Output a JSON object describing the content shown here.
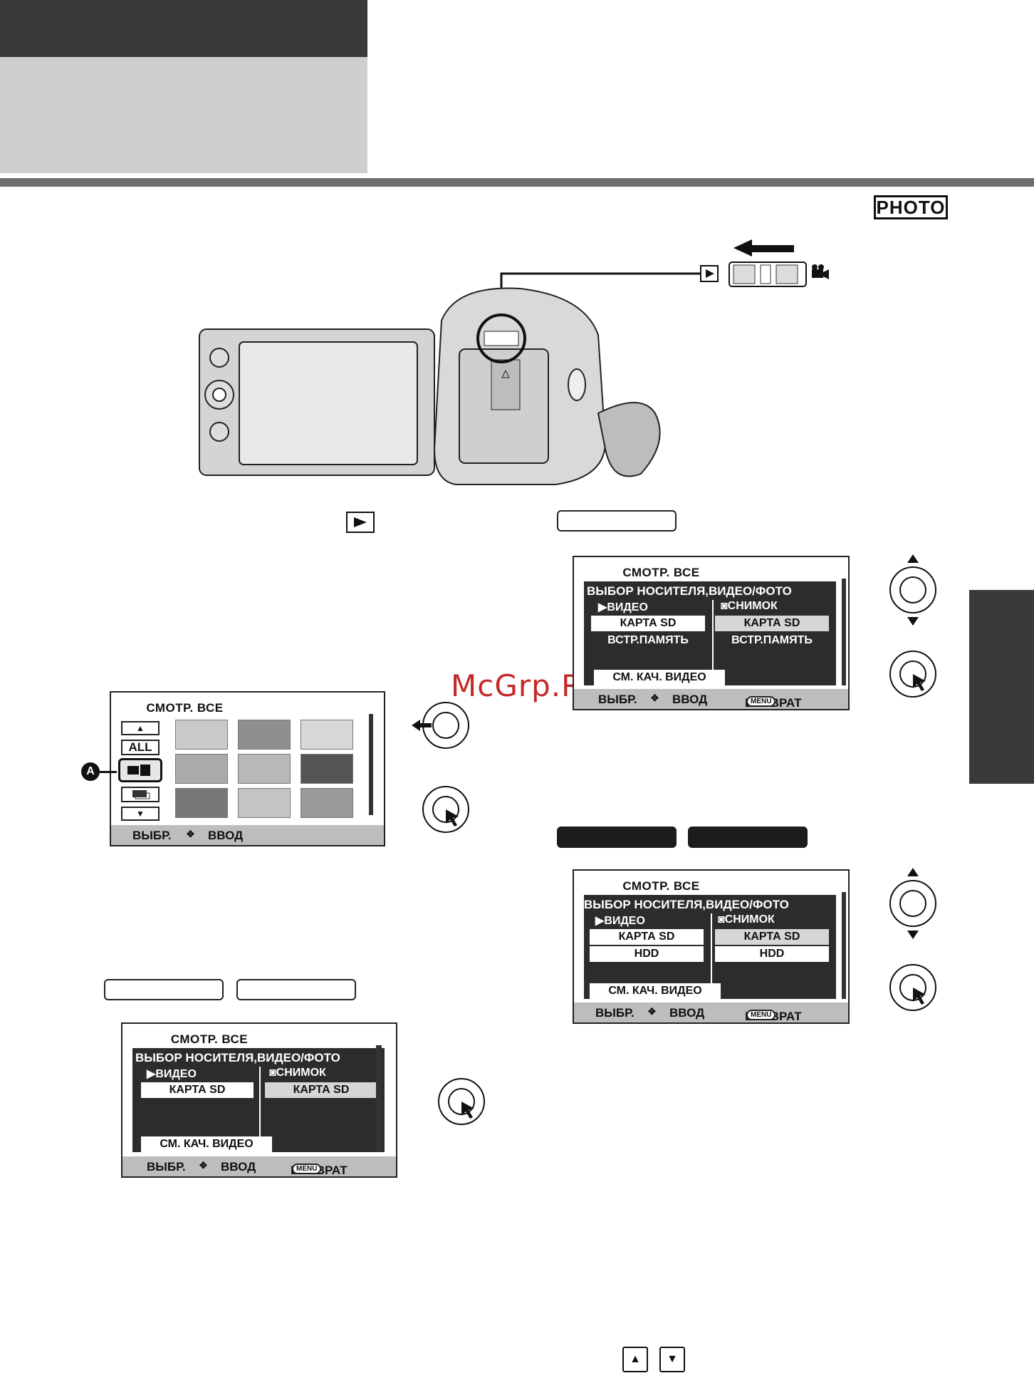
{
  "header": {
    "mode_badge": "PHOTO"
  },
  "watermark": "McGrp.Ru",
  "camera": {
    "switch_labels": [
      "▶",
      "🎥"
    ]
  },
  "screen_thumbs": {
    "title": "СМОТР. ВСЕ",
    "side_buttons": [
      "▲",
      "ALL",
      "▼"
    ],
    "callout": "A",
    "footer": {
      "select": "ВЫБР.",
      "enter": "ВВОД"
    }
  },
  "screen_media_a": {
    "title": "СМОТР. ВСЕ",
    "header": "ВЫБОР НОСИТЕЛЯ,ВИДЕО/ФОТО",
    "video_label": "ВИДЕО",
    "photo_label": "СНИМОК",
    "video_options": [
      "КАРТА SD",
      "ВСТР.ПАМЯТЬ"
    ],
    "photo_options": [
      "КАРТА SD",
      "ВСТР.ПАМЯТЬ"
    ],
    "quality_button": "СМ. КАЧ. ВИДЕО",
    "footer": {
      "select": "ВЫБР.",
      "enter": "ВВОД",
      "back": "ВОЗВРАТ",
      "menu": "MENU"
    }
  },
  "screen_media_b": {
    "title": "СМОТР. ВСЕ",
    "header": "ВЫБОР НОСИТЕЛЯ,ВИДЕО/ФОТО",
    "video_label": "ВИДЕО",
    "photo_label": "СНИМОК",
    "video_options": [
      "КАРТА SD",
      "HDD"
    ],
    "photo_options": [
      "КАРТА SD",
      "HDD"
    ],
    "quality_button": "СМ. КАЧ. ВИДЕО",
    "footer": {
      "select": "ВЫБР.",
      "enter": "ВВОД",
      "back": "ВОЗВРАТ",
      "menu": "MENU"
    }
  },
  "screen_media_c": {
    "title": "СМОТР. ВСЕ",
    "header": "ВЫБОР НОСИТЕЛЯ,ВИДЕО/ФОТО",
    "video_label": "ВИДЕО",
    "photo_label": "СНИМОК",
    "video_options": [
      "КАРТА SD"
    ],
    "photo_options": [
      "КАРТА SD"
    ],
    "quality_button": "СМ. КАЧ. ВИДЕО",
    "footer": {
      "select": "ВЫБР.",
      "enter": "ВВОД",
      "back": "ВОЗВРАТ",
      "menu": "MENU"
    }
  },
  "nav_buttons": [
    "▲",
    "▼"
  ]
}
